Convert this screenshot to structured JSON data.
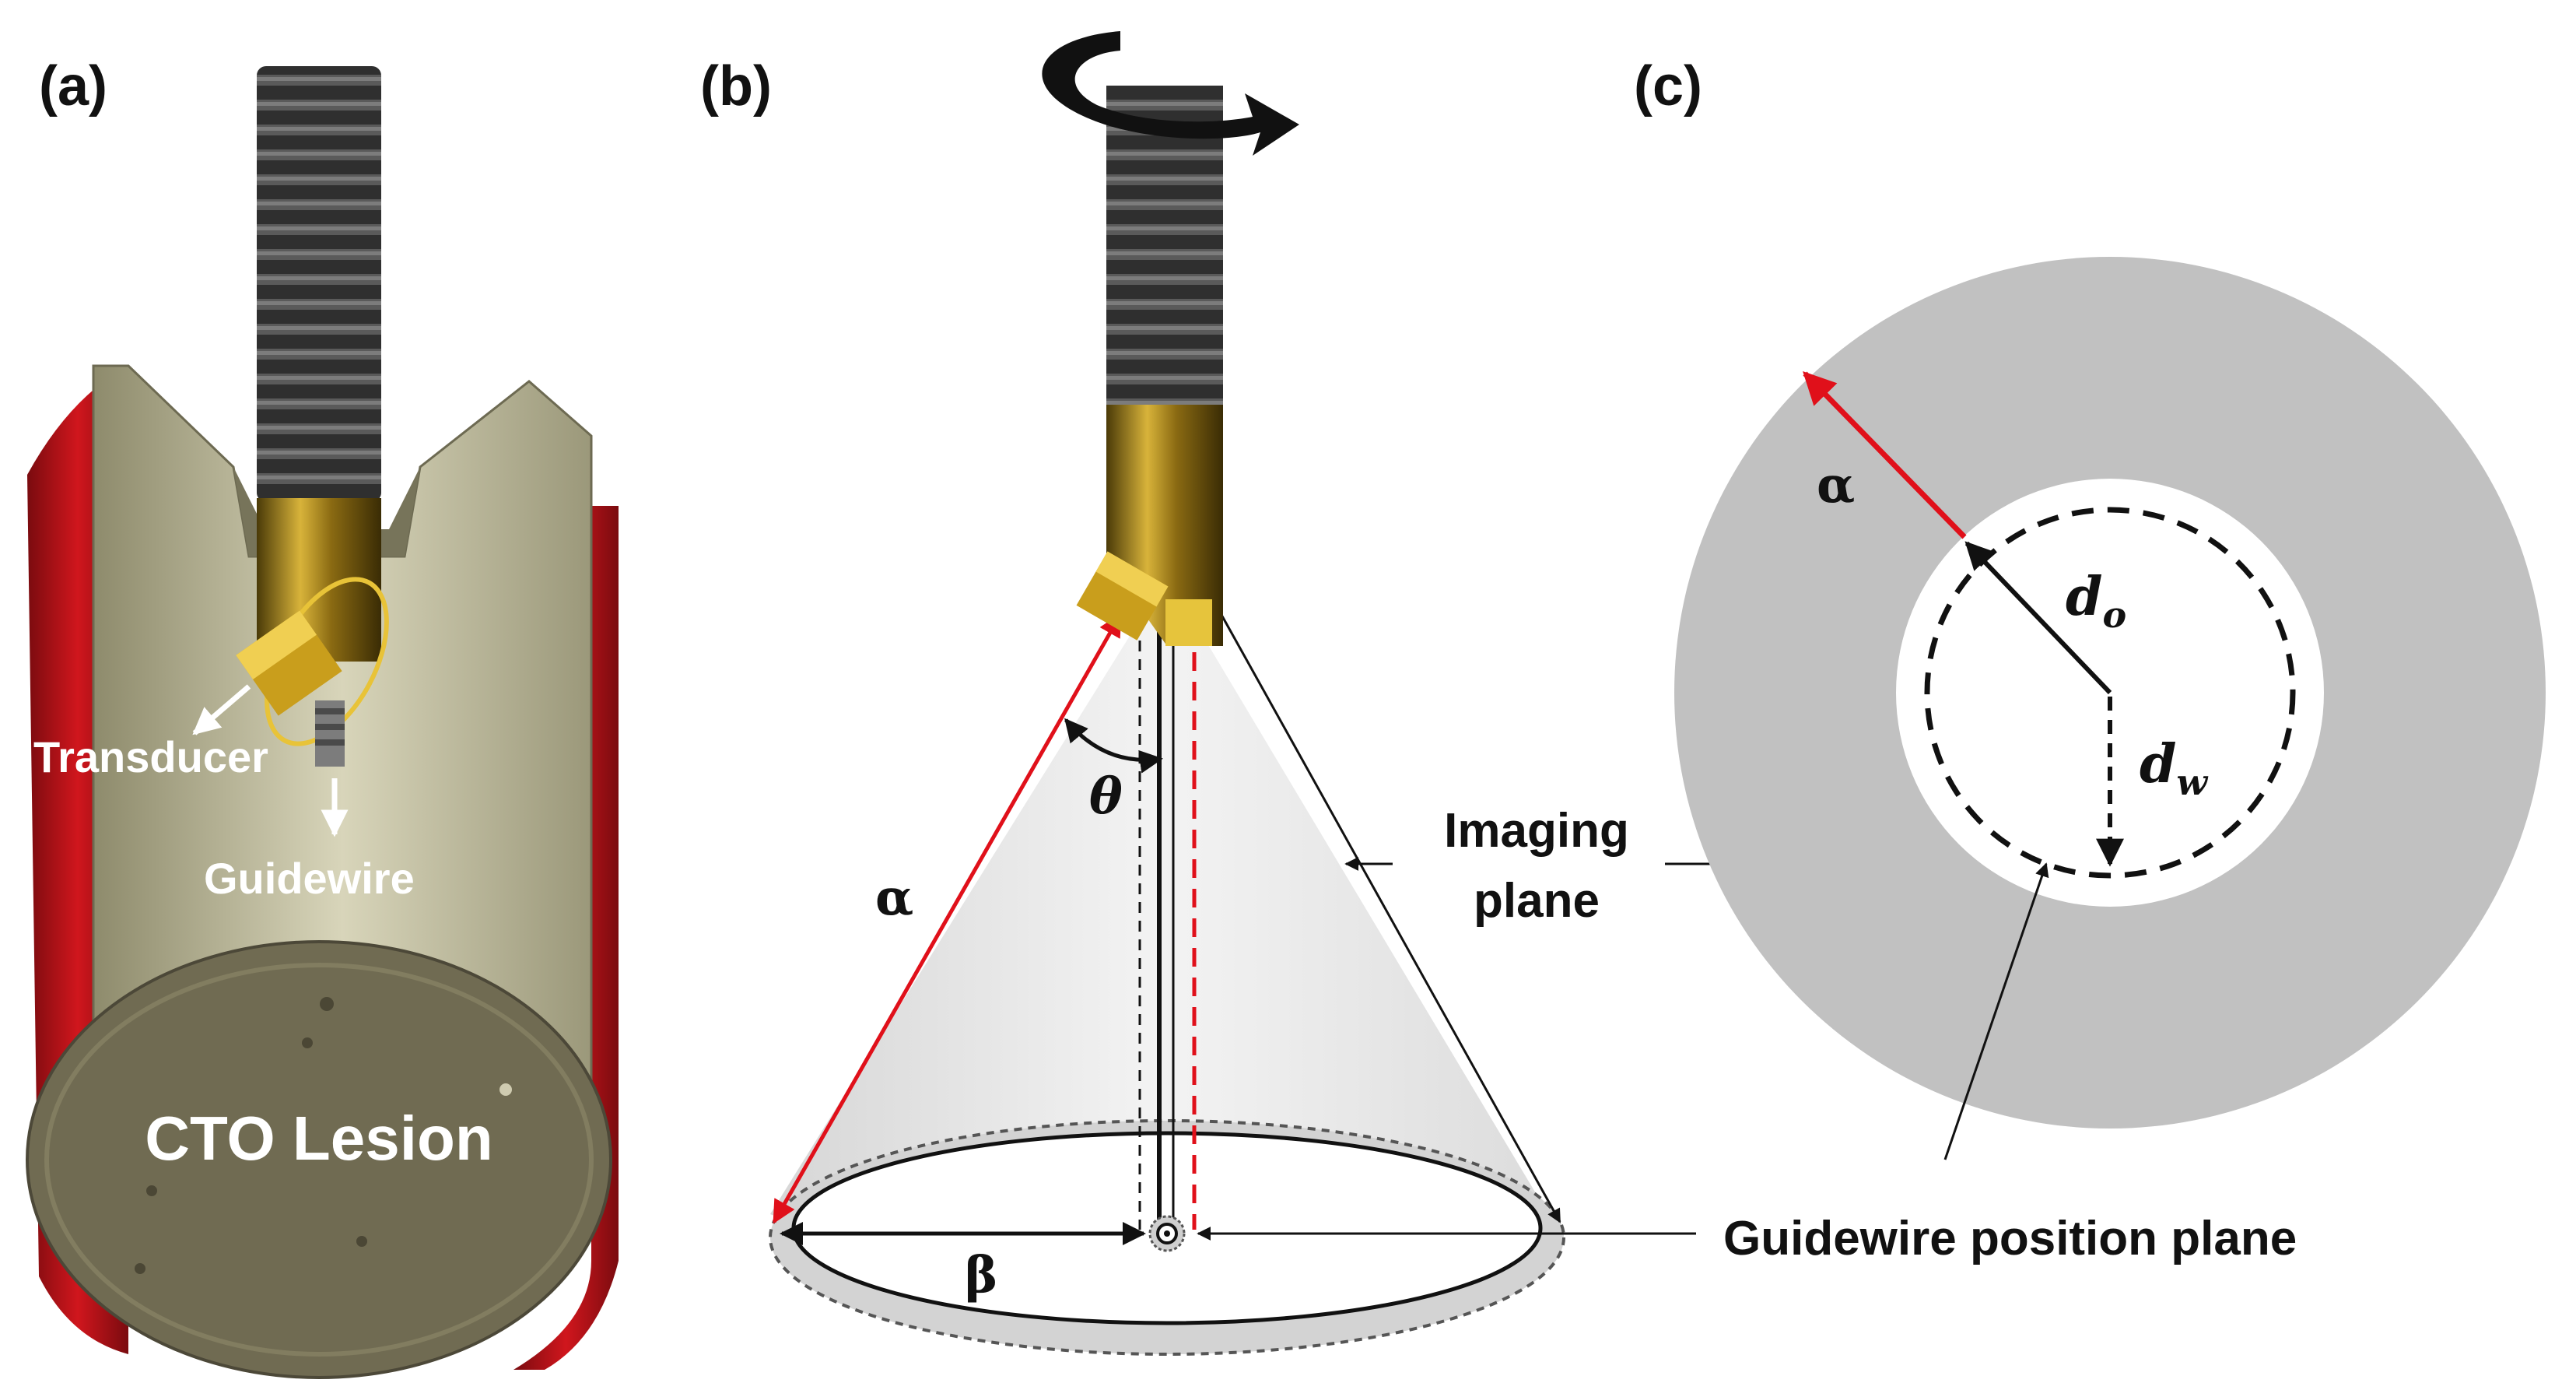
{
  "panels": [
    {
      "id": "a",
      "label": "(a)"
    },
    {
      "id": "b",
      "label": "(b)"
    },
    {
      "id": "c",
      "label": "(c)"
    }
  ],
  "panel_a": {
    "transducer_label": "Transducer",
    "guidewire_label": "Guidewire",
    "lesion_label": "CTO Lesion"
  },
  "panel_b": {
    "theta_symbol": "θ",
    "alpha_symbol": "α",
    "beta_symbol": "β",
    "imaging_plane_line1": "Imaging",
    "imaging_plane_line2": "plane"
  },
  "panel_c": {
    "alpha_symbol": "α",
    "do_symbol": "d",
    "do_sub": "o",
    "dw_symbol": "d",
    "dw_sub": "w",
    "guidewire_plane_label": "Guidewire position plane"
  },
  "colors": {
    "vessel_red": "#c8141b",
    "lesion_olive": "#6e6a50",
    "tube_beige": "#c9c6a8",
    "coil_dark": "#3a3a3a",
    "brass": "#c9a227",
    "transducer_yellow": "#d9b22b",
    "cone_gray": "#d8d8d8",
    "ring_gray": "#c3c3c3",
    "arrow_red": "#e0101a"
  }
}
